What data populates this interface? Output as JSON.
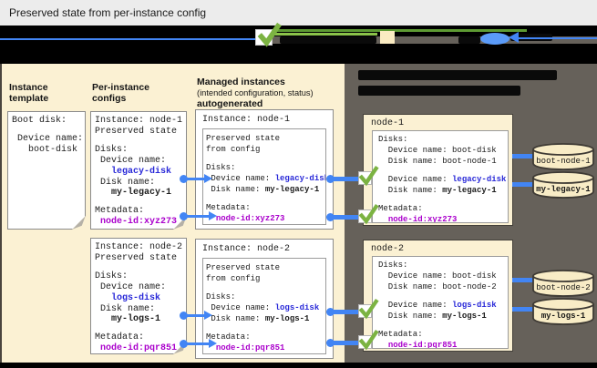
{
  "window_title": "Preserved state from per-instance config",
  "colors": {
    "accent_blue": "#4285F4",
    "value_blue": "#2828D8",
    "value_purple": "#AA00CC",
    "check_green": "#7CB342",
    "panel_beige": "#FBF1D3",
    "panel_dark": "#66615A"
  },
  "legend": {
    "check_icon": "green-checkmark",
    "beige_swatch": "config-swatch",
    "blue_oval": "disk-oval"
  },
  "columns": {
    "template": {
      "header": [
        "Instance",
        "template"
      ],
      "box_lines": [
        {
          "t": "Boot disk:"
        },
        {
          "t": " ",
          "cls": "gap"
        },
        {
          "t": " Device name:"
        },
        {
          "t": "   boot-disk"
        }
      ]
    },
    "configs": {
      "header": [
        "Per-instance",
        "configs"
      ],
      "boxes": [
        {
          "lines": [
            {
              "t": "Instance: node-1"
            },
            {
              "t": "Preserved state"
            },
            {
              "t": " ",
              "cls": "gap"
            },
            {
              "t": "Disks:"
            },
            {
              "t": " Device name:"
            },
            {
              "seg": [
                {
                  "t": "   "
                },
                {
                  "t": "legacy-disk",
                  "cls": "blue"
                }
              ]
            },
            {
              "t": " Disk name:"
            },
            {
              "seg": [
                {
                  "t": "   "
                },
                {
                  "t": "my-legacy-1",
                  "cls": "bold"
                }
              ]
            },
            {
              "t": " ",
              "cls": "gap"
            },
            {
              "t": "Metadata:"
            },
            {
              "seg": [
                {
                  "t": " "
                },
                {
                  "t": "node-id:xyz273",
                  "cls": "purple"
                }
              ]
            }
          ]
        },
        {
          "lines": [
            {
              "t": "Instance: node-2"
            },
            {
              "t": "Preserved state"
            },
            {
              "t": " ",
              "cls": "gap"
            },
            {
              "t": "Disks:"
            },
            {
              "t": " Device name:"
            },
            {
              "seg": [
                {
                  "t": "   "
                },
                {
                  "t": "logs-disk",
                  "cls": "blue"
                }
              ]
            },
            {
              "t": " Disk name:"
            },
            {
              "seg": [
                {
                  "t": "   "
                },
                {
                  "t": "my-logs-1",
                  "cls": "bold"
                }
              ]
            },
            {
              "t": " ",
              "cls": "gap"
            },
            {
              "t": "Metadata:"
            },
            {
              "seg": [
                {
                  "t": " "
                },
                {
                  "t": "node-id:pqr851",
                  "cls": "purple"
                }
              ]
            }
          ]
        }
      ]
    },
    "managed": {
      "header": [
        "Managed instances",
        "(intended configuration, status)",
        "autogenerated"
      ],
      "boxes": [
        {
          "title": "Instance: node-1",
          "lines": [
            {
              "t": "Preserved state",
              "cls": "bold"
            },
            {
              "t": "from config",
              "cls": "bold"
            },
            {
              "t": " ",
              "cls": "gap"
            },
            {
              "t": "Disks:"
            },
            {
              "seg": [
                {
                  "t": " Device name: "
                },
                {
                  "t": "legacy-disk",
                  "cls": "blue"
                }
              ]
            },
            {
              "seg": [
                {
                  "t": " Disk name: "
                },
                {
                  "t": "my-legacy-1",
                  "cls": "bold"
                }
              ]
            },
            {
              "t": " ",
              "cls": "gap"
            },
            {
              "t": "Metadata:"
            },
            {
              "seg": [
                {
                  "t": "  "
                },
                {
                  "t": "node-id:xyz273",
                  "cls": "purple"
                }
              ]
            }
          ]
        },
        {
          "title": "Instance: node-2",
          "lines": [
            {
              "t": "Preserved state",
              "cls": "bold"
            },
            {
              "t": "from config",
              "cls": "bold"
            },
            {
              "t": " ",
              "cls": "gap"
            },
            {
              "t": "Disks:"
            },
            {
              "seg": [
                {
                  "t": " Device name: "
                },
                {
                  "t": "logs-disk",
                  "cls": "blue"
                }
              ]
            },
            {
              "seg": [
                {
                  "t": " Disk name: "
                },
                {
                  "t": "my-logs-1",
                  "cls": "bold"
                }
              ]
            },
            {
              "t": " ",
              "cls": "gap"
            },
            {
              "t": "Metadata:"
            },
            {
              "seg": [
                {
                  "t": "  "
                },
                {
                  "t": "node-id:pqr851",
                  "cls": "purple"
                }
              ]
            }
          ]
        }
      ]
    }
  },
  "vm_panel": {
    "nodes": [
      {
        "title": "node-1",
        "lines": [
          {
            "t": "Disks:"
          },
          {
            "t": "  Device name: boot-disk"
          },
          {
            "t": "  Disk name: boot-node-1"
          },
          {
            "t": " ",
            "cls": "gap"
          },
          {
            "seg": [
              {
                "t": "  Device name: "
              },
              {
                "t": "legacy-disk",
                "cls": "blue"
              }
            ]
          },
          {
            "seg": [
              {
                "t": "  Disk name: "
              },
              {
                "t": "my-legacy-1",
                "cls": "bold"
              }
            ]
          },
          {
            "t": " ",
            "cls": "gap"
          },
          {
            "t": "Metadata:"
          },
          {
            "seg": [
              {
                "t": "  "
              },
              {
                "t": "node-id:xyz273",
                "cls": "purple"
              }
            ]
          }
        ]
      },
      {
        "title": "node-2",
        "lines": [
          {
            "t": "Disks:"
          },
          {
            "t": "  Device name: boot-disk"
          },
          {
            "t": "  Disk name: boot-node-2"
          },
          {
            "t": " ",
            "cls": "gap"
          },
          {
            "seg": [
              {
                "t": "  Device name: "
              },
              {
                "t": "logs-disk",
                "cls": "blue"
              }
            ]
          },
          {
            "seg": [
              {
                "t": "  Disk name: "
              },
              {
                "t": "my-logs-1",
                "cls": "bold"
              }
            ]
          },
          {
            "t": " ",
            "cls": "gap"
          },
          {
            "t": "Metadata:"
          },
          {
            "seg": [
              {
                "t": "  "
              },
              {
                "t": "node-id:pqr851",
                "cls": "purple"
              }
            ]
          }
        ]
      }
    ],
    "disks": [
      {
        "label": "boot-node-1",
        "cls": ""
      },
      {
        "label": "my-legacy-1",
        "cls": "bold"
      },
      {
        "label": "boot-node-2",
        "cls": ""
      },
      {
        "label": "my-logs-1",
        "cls": "bold"
      }
    ]
  }
}
